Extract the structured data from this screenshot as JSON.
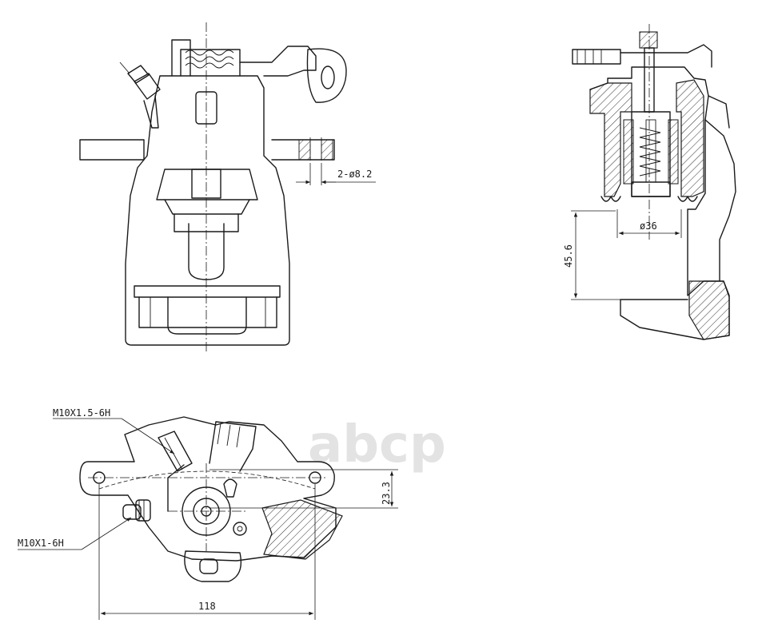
{
  "labels": {
    "bolt_holes": "2-ø8.2",
    "piston_diameter": "ø36",
    "piston_depth": "45.6",
    "thread_top": "M10X1.5-6H",
    "thread_bottom": "M10X1-6H",
    "vertical_offset": "23.3",
    "width": "118"
  },
  "watermark": "abcp",
  "colors": {
    "line": "#1a1a1a",
    "watermark": "#e3e3e3",
    "background": "#ffffff"
  }
}
